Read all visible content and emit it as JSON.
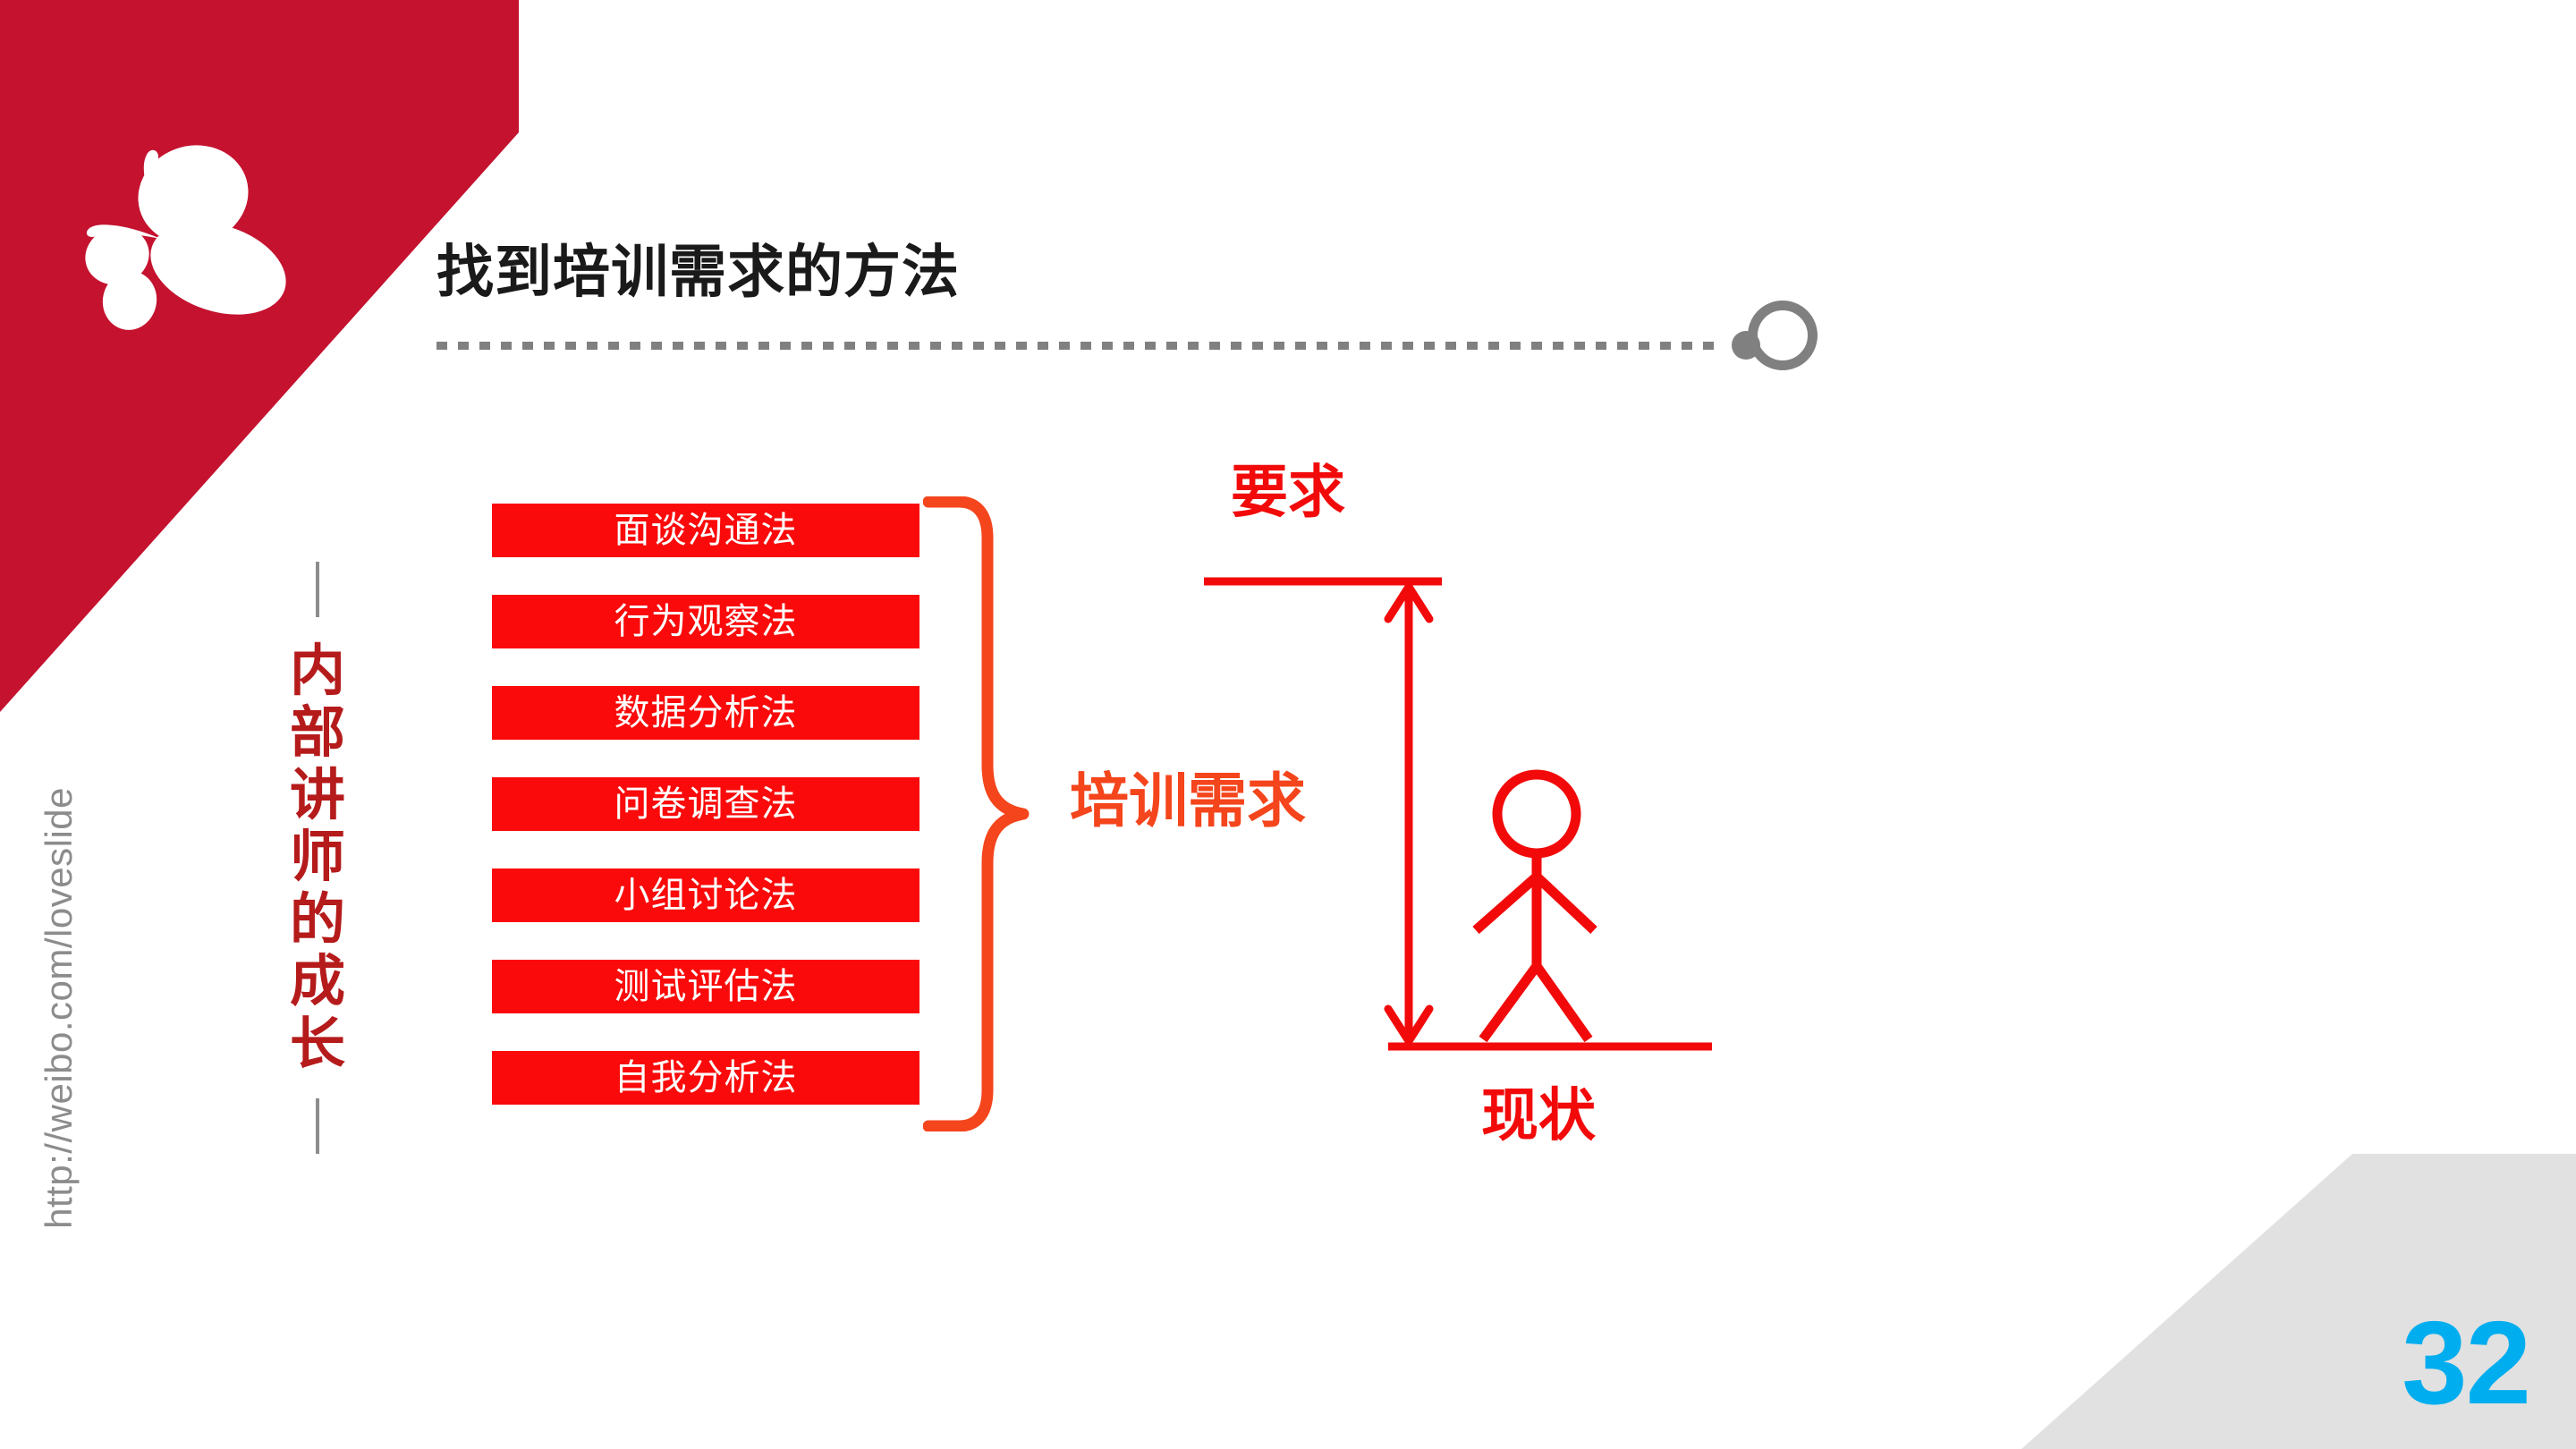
{
  "slide": {
    "title": "找到培训需求的方法",
    "page_number": "32",
    "watermark_url": "http://weibo.com/loveslide",
    "colors": {
      "corner_crimson": "#C4122F",
      "box_red": "#FA0A0A",
      "side_label_red": "#B51B1B",
      "brace_orange": "#F4451C",
      "diagram_red": "#F20A0A",
      "page_number_blue": "#00AEEF",
      "corner_gray": "#E1E1E1",
      "rule_gray": "#808080"
    },
    "icons": {
      "butterfly": "butterfly-logo-icon",
      "title_end_circle": "circle-outline-icon",
      "title_end_dot": "dot-icon"
    }
  },
  "side_label": {
    "characters": [
      "内",
      "部",
      "讲",
      "师",
      "的",
      "成",
      "长"
    ],
    "full_text": "内部讲师的成长"
  },
  "methods": {
    "items": [
      {
        "label": "面谈沟通法"
      },
      {
        "label": "行为观察法"
      },
      {
        "label": "数据分析法"
      },
      {
        "label": "问卷调查法"
      },
      {
        "label": "小组讨论法"
      },
      {
        "label": "测试评估法"
      },
      {
        "label": "自我分析法"
      }
    ],
    "brace_label": "培训需求"
  },
  "gap_diagram": {
    "top_label": "要求",
    "bottom_label": "现状",
    "figure": "stick-figure-person"
  }
}
